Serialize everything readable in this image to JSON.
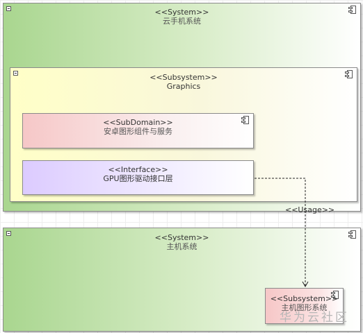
{
  "cloud_phone_system": {
    "stereotype": "<<System>>",
    "name": "云手机系统"
  },
  "graphics_subsystem": {
    "stereotype": "<<Subsystem>>",
    "name": "Graphics"
  },
  "android_subdomain": {
    "stereotype": "<<SubDomain>>",
    "name": "安卓图形组件与服务"
  },
  "gpu_interface": {
    "stereotype": "<<Interface>>",
    "name": "GPU图形驱动接口层"
  },
  "host_system": {
    "stereotype": "<<System>>",
    "name": "主机系统"
  },
  "host_graphics_subsystem": {
    "stereotype": "<<Subsystem>>",
    "name": "主机图形系统"
  },
  "usage_relation": {
    "label": "<<Usage>>"
  },
  "watermark": "华为云社区",
  "colors": {
    "system_fill": "#a9d68f",
    "subsystem_fill": "#ffffc7",
    "subdomain_fill": "#f6c7c7",
    "interface_fill": "#dccbff"
  }
}
